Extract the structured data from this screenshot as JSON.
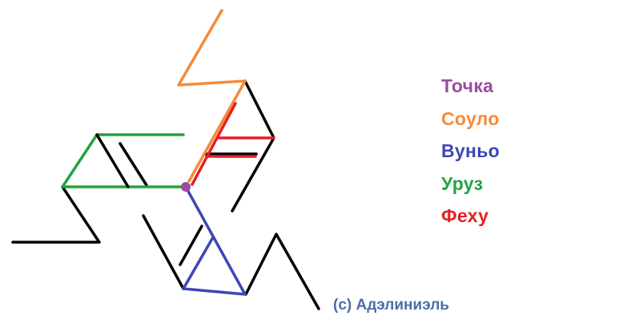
{
  "legend": [
    {
      "label": "Точка",
      "color": "#9b4b9e"
    },
    {
      "label": "Соуло",
      "color": "#f58a3a"
    },
    {
      "label": "Вуньо",
      "color": "#3d46b5"
    },
    {
      "label": "Уруз",
      "color": "#22a33e"
    },
    {
      "label": "Феху",
      "color": "#e51f22"
    }
  ],
  "credit": "(c) Адэлиниэль",
  "stroke_colors": {
    "base": "#000000"
  }
}
